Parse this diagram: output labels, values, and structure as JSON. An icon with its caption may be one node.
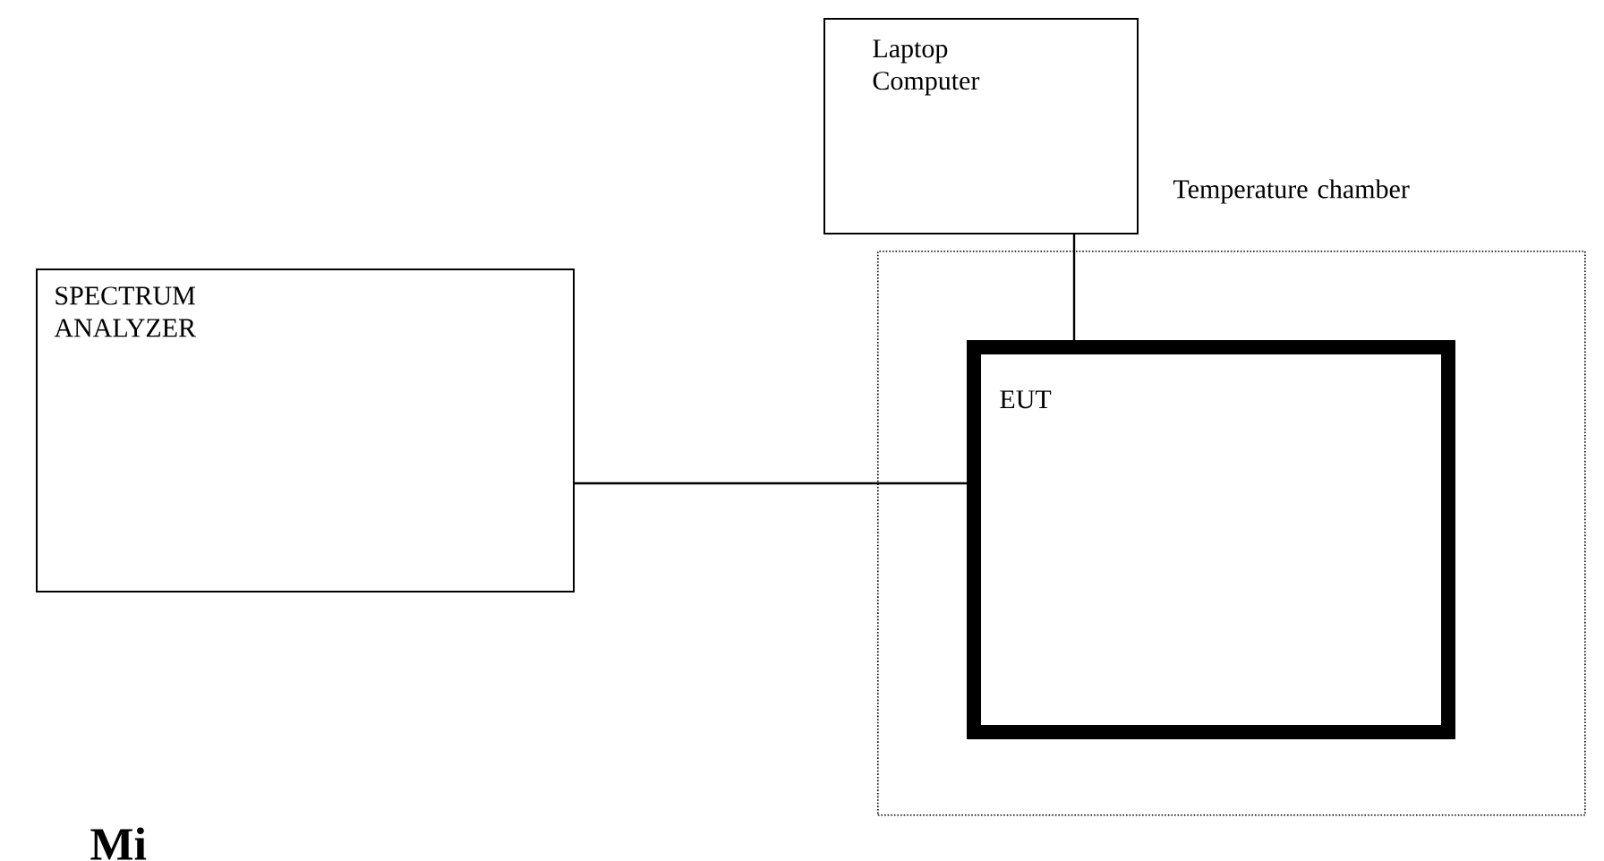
{
  "diagram": {
    "nodes": [
      {
        "text": [
          "SPECTRUM ANALYZER"
        ]
      },
      {
        "text": [
          "Laptop Computer"
        ]
      },
      {
        "text": [
          "Temperature chamber"
        ]
      },
      {
        "text": [
          "EUT"
        ],
        "in": 2
      }
    ],
    "edges": [
      {
        "from": 0,
        "to": 3,
        "arrow": "none"
      },
      {
        "from": 1,
        "to": 3,
        "arrow": "none"
      }
    ],
    "labels": [
      "Mi"
    ]
  }
}
